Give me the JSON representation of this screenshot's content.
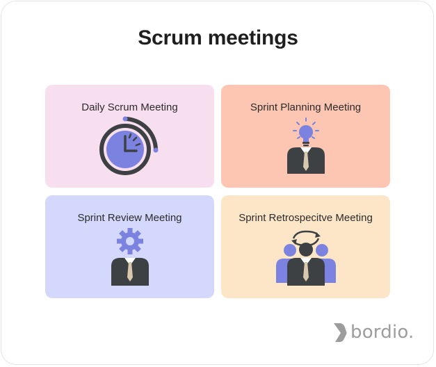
{
  "title": "Scrum meetings",
  "cards": [
    {
      "label": "Daily Scrum Meeting",
      "icon": "stopwatch-icon",
      "background": "#f7dff0"
    },
    {
      "label": "Sprint Planning Meeting",
      "icon": "lightbulb-person-icon",
      "background": "#fcc6b3"
    },
    {
      "label": "Sprint Review Meeting",
      "icon": "gear-person-icon",
      "background": "#d5d8fd"
    },
    {
      "label": "Sprint Retrospecitve Meeting",
      "icon": "team-refresh-icon",
      "background": "#fde6c8"
    }
  ],
  "brand": {
    "name": "bordio.",
    "icon": "bordio-logo-icon"
  },
  "colors": {
    "accent": "#7b82e0",
    "dark": "#3d4143",
    "tie": "#d9c8ae",
    "logo": "#9c9c9c"
  }
}
